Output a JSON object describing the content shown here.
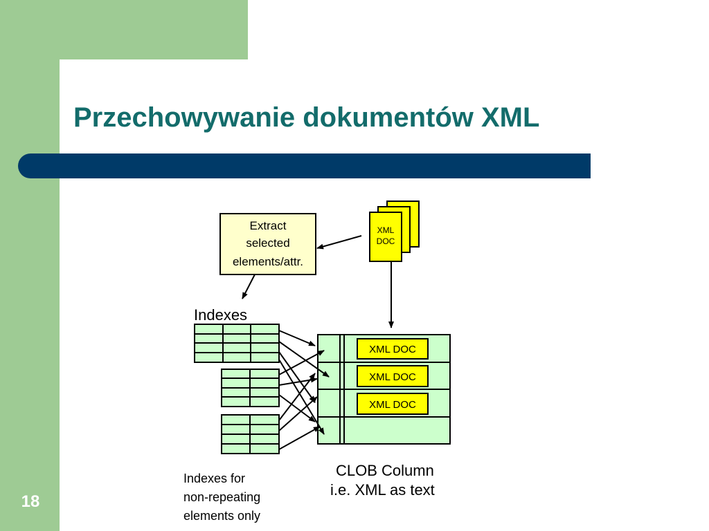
{
  "slide": {
    "title": "Przechowywanie dokumentów XML",
    "number": "18"
  },
  "diagram": {
    "extract_box": {
      "lines": [
        "Extract",
        "selected",
        "elements/attr."
      ]
    },
    "xml_doc_stack": {
      "lines": [
        "XML",
        "DOC"
      ]
    },
    "indexes_label": "Indexes",
    "clob_cells": [
      "XML DOC",
      "XML DOC",
      "XML DOC"
    ],
    "clob_caption": [
      "CLOB Column",
      "i.e. XML as text"
    ],
    "indexes_note": [
      "Indexes for",
      "non-repeating",
      "elements only"
    ]
  },
  "colors": {
    "sidebar_green": "#9ecb94",
    "title_teal": "#136c6b",
    "title_bar_navy": "#003a68",
    "box_cream": "#ffffcc",
    "index_green": "#ccffcc",
    "doc_yellow": "#ffff00"
  }
}
